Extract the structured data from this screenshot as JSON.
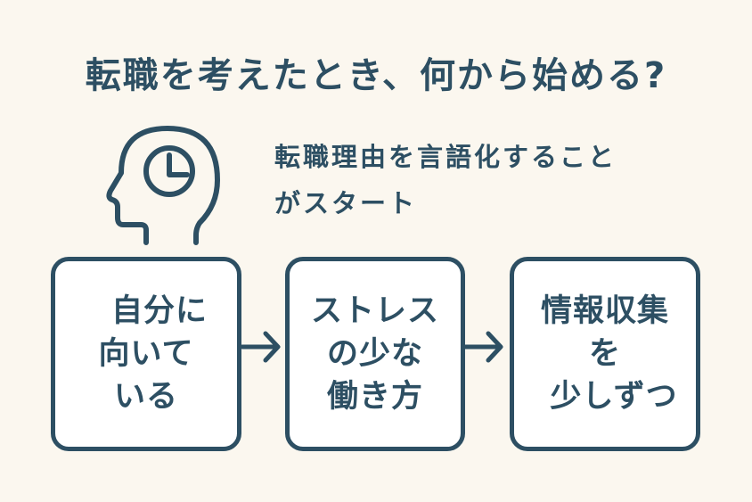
{
  "title": "転職を考えたとき、何から始める?",
  "intro": {
    "icon": "head-with-clock-icon",
    "lines": [
      "転職理由を言語化すること",
      "がスタート"
    ]
  },
  "steps": [
    {
      "lines": [
        "自分に",
        "向いて",
        "いる"
      ]
    },
    {
      "lines": [
        "ストレス",
        "の少な",
        "働き方"
      ]
    },
    {
      "lines": [
        "情報収集",
        "を",
        "少しずつ"
      ]
    }
  ],
  "connectors": [
    "arrow-right-icon",
    "arrow-right-icon"
  ],
  "colors": {
    "primary": "#2d4f63",
    "background": "#fbf7ef",
    "box_fill": "#ffffff"
  }
}
